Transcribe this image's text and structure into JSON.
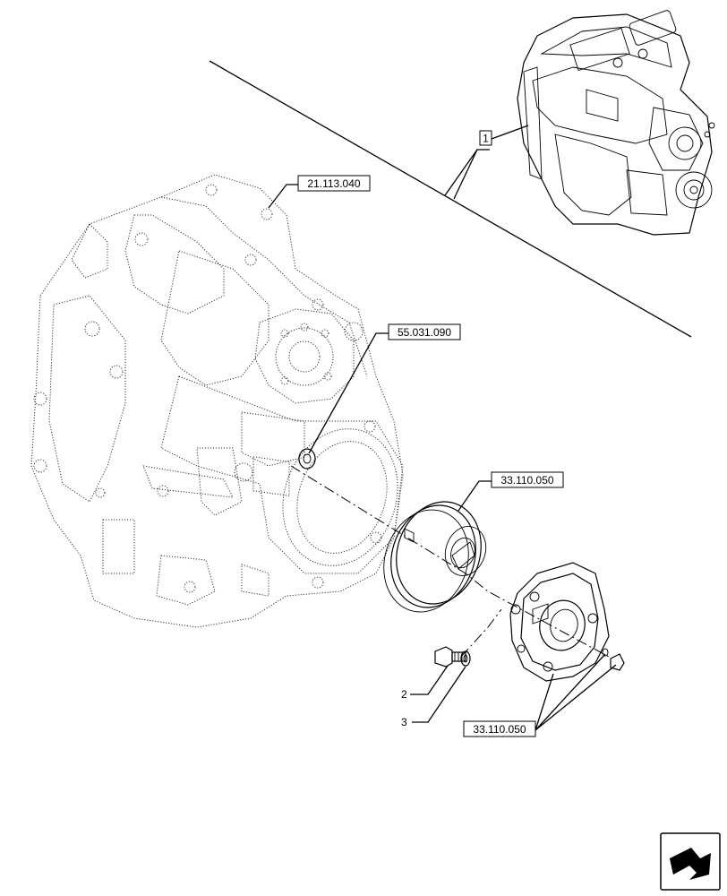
{
  "diagram": {
    "ref_boxes": {
      "housing": "21.113.040",
      "plug": "55.031.090",
      "cover_upper": "33.110.050",
      "cover_lower": "33.110.050",
      "assembly": "1"
    },
    "callouts": {
      "item_2": "2",
      "item_3": "3"
    },
    "nav_icon": "next-page-arrow-icon"
  }
}
